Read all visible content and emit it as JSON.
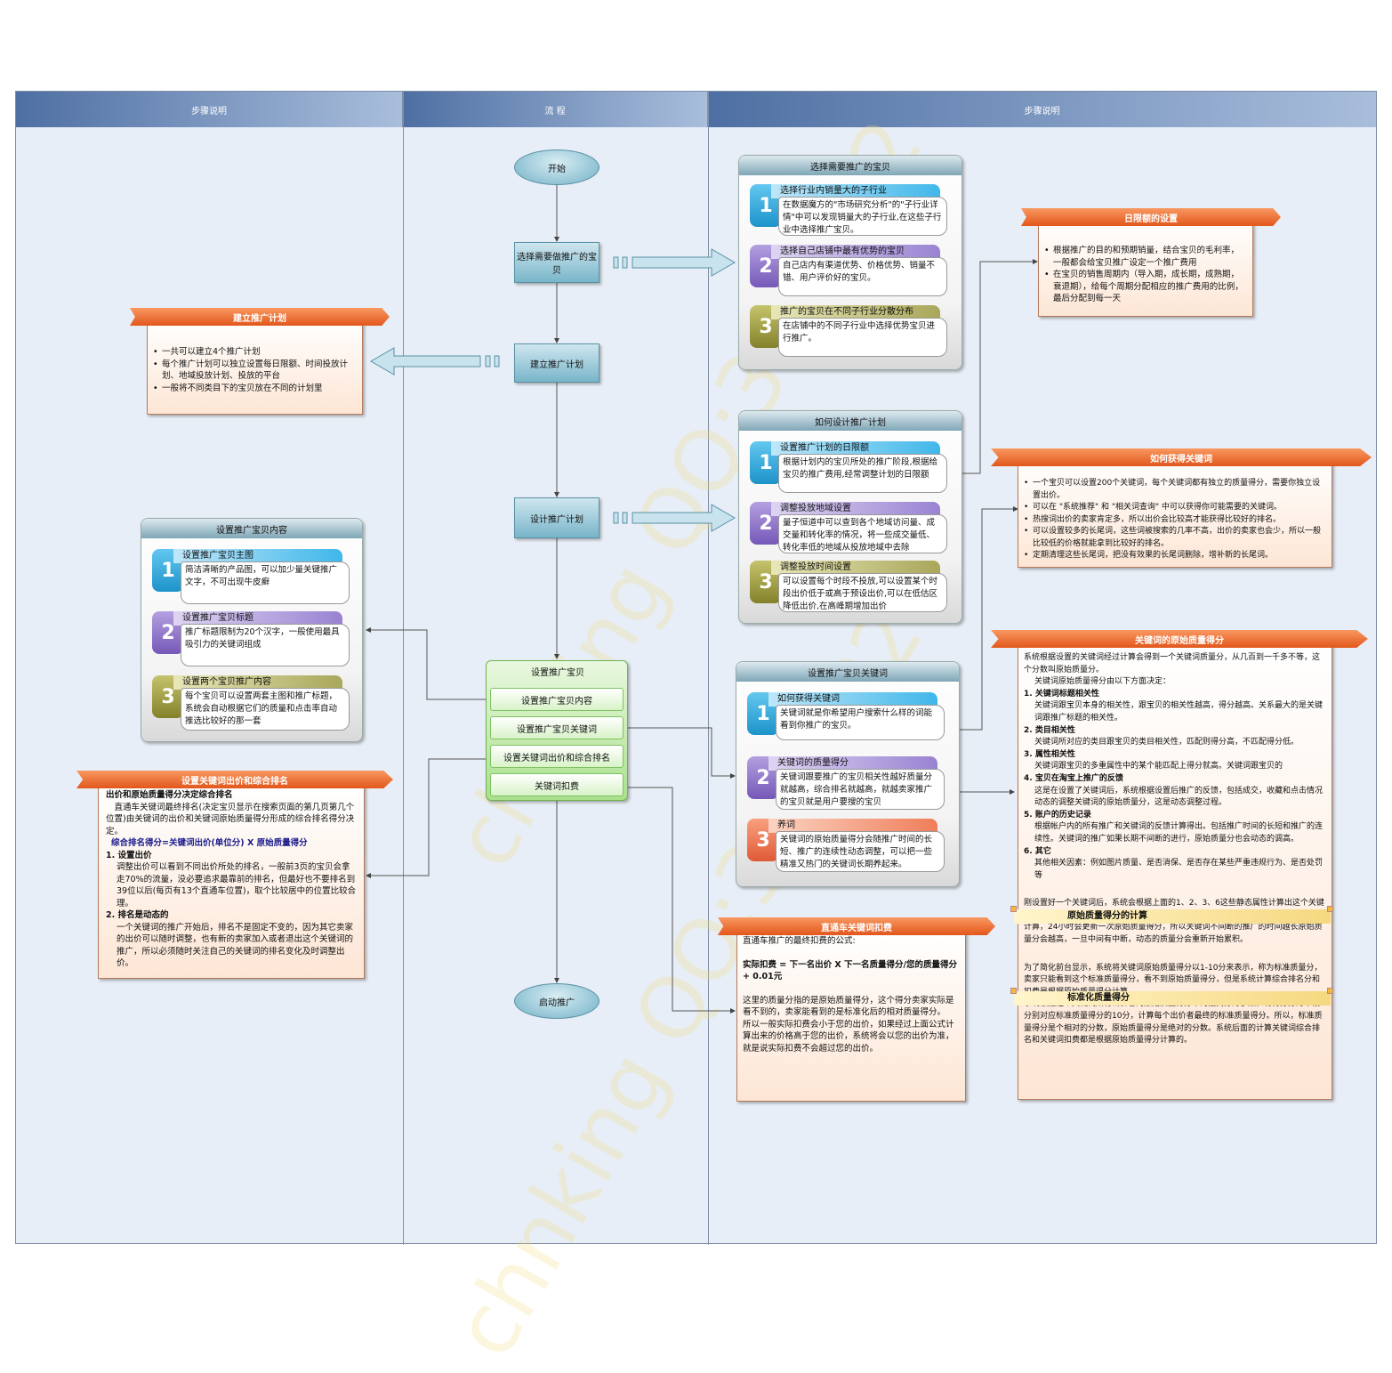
{
  "lanes": {
    "left": "步骤说明",
    "mid": "流 程",
    "right": "步骤说明"
  },
  "watermark": "chnking QQ:362682",
  "flow": {
    "start": "开始",
    "select": "选择需要做推广的宝贝",
    "build": "建立推广计划",
    "design": "设计推广计划",
    "setup": "设置推广宝贝",
    "setup_items": [
      "设置推广宝贝内容",
      "设置推广宝贝关键词",
      "设置关键词出价和综合排名",
      "关键词扣费"
    ],
    "launch": "启动推广"
  },
  "panel_select": {
    "title": "选择需要推广的宝贝",
    "steps": [
      {
        "num": "1",
        "title": "选择行业内销量大的子行业",
        "body": "在数据魔方的\"市场研究分析\"的\"子行业详情\"中可以发现销量大的子行业,在这些子行业中选择推广宝贝。"
      },
      {
        "num": "2",
        "title": "选择自己店铺中最有优势的宝贝",
        "body": "自己店内有渠道优势、价格优势、销量不错、用户评价好的宝贝。"
      },
      {
        "num": "3",
        "title": "推广的宝贝在不同子行业分散分布",
        "body": "在店铺中的不同子行业中选择优势宝贝进行推广。"
      }
    ]
  },
  "panel_design": {
    "title": "如何设计推广计划",
    "steps": [
      {
        "num": "1",
        "title": "设置推广计划的日限额",
        "body": "根据计划内的宝贝所处的推广阶段,根据给宝贝的推广费用,经常调整计划的日限额"
      },
      {
        "num": "2",
        "title": "调整投放地域设置",
        "body": "量子恒道中可以查到各个地域访问量、成交量和转化率的情况，将一些成交量低、转化率低的地域从投放地域中去除"
      },
      {
        "num": "3",
        "title": "调整投放时间设置",
        "body": "可以设置每个时段不投放,可以设置某个时段出价低于或高于预设出价,可以在低估区降低出价,在高峰期增加出价"
      }
    ]
  },
  "panel_keywords": {
    "title": "设置推广宝贝关键词",
    "steps": [
      {
        "num": "1",
        "title": "如何获得关键词",
        "body": "关键词就是你希望用户搜索什么样的词能看到你推广的宝贝。"
      },
      {
        "num": "2",
        "title": "关键词的质量得分",
        "body": "关键词跟要推广的宝贝相关性越好质量分就越高，综合排名就越高，就越卖家推广的宝贝就是用户要搜的宝贝"
      },
      {
        "num": "3",
        "title": "养词",
        "body": "关键词的原始质量得分会随推广时间的长短、推广的连续性动态调整，可以把一些精准又热门的关键词长期养起来。"
      }
    ]
  },
  "panel_content": {
    "title": "设置推广宝贝内容",
    "steps": [
      {
        "num": "1",
        "title": "设置推广宝贝主图",
        "body": "简洁清晰的产品图，可以加少量关键推广文字，不可出现牛皮癣"
      },
      {
        "num": "2",
        "title": "设置推广宝贝标题",
        "body": "推广标题限制为20个汉字，一般使用最具吸引力的关键词组成"
      },
      {
        "num": "3",
        "title": "设置两个宝贝推广内容",
        "body": "每个宝贝可以设置两套主图和推广标题，系统会自动根据它们的质量和点击率自动推选比较好的那一套"
      }
    ]
  },
  "note_plan": {
    "title": "建立推广计划",
    "items": [
      "一共可以建立4个推广计划",
      "每个推广计划可以独立设置每日限额、时间投放计划、地域投放计划、投放的平台",
      "一般将不同类目下的宝贝放在不同的计划里"
    ]
  },
  "note_budget": {
    "title": "日限额的设置",
    "items": [
      "根据推广的目的和预期销量，结合宝贝的毛利率，一般都会给宝贝推广设定一个推广费用",
      "在宝贝的销售周期内（导入期，成长期，成熟期，衰退期），给每个周期分配相应的推广费用的比例，最后分配到每一天"
    ]
  },
  "note_getkw": {
    "title": "如何获得关键词",
    "items": [
      "一个宝贝可以设置200个关键词，每个关键词都有独立的质量得分，需要你独立设置出价。",
      "可以在 \"系统推荐\" 和 \"相关词查询\" 中可以获得你可能需要的关键词。",
      "热搜词出价的卖家肯定多，所以出价会比较高才能获得比较好的排名。",
      "可以设置较多的长尾词，这些词被搜索的几率不高，出价的卖家也会少，所以一般比较低的价格就能拿到比较好的排名。",
      "定期清理这些长尾词，把没有效果的长尾词删除，增补新的长尾词。"
    ]
  },
  "note_bid": {
    "title": "设置关键词出价和综合排名",
    "heading": "出价和原始质量得分决定综合排名",
    "intro": "直通车关键词最终排名(决定宝贝显示在搜索页面的第几页第几个位置)由关键词的出价和关键词原始质量得分形成的综合排名得分决定。",
    "formula": "综合排名得分=关键词出价(单位分) X 原始质量得分",
    "p1_title": "1. 设置出价",
    "p1": "调整出价可以看到不同出价所处的排名，一般前3页的宝贝会拿走70%的流量，没必要追求最靠前的排名，但最好也不要排名到39位以后(每页有13个直通车位置)，取个比较居中的位置比较合理。",
    "p2_title": "2. 排名是动态的",
    "p2": "一个关键词的推广开始后，排名不是固定不变的，因为其它卖家的出价可以随时调整，也有新的卖家加入或者退出这个关键词的推广，所以必须随时关注自己的关键词的排名变化及时调整出价。"
  },
  "note_quality": {
    "title": "关键词的原始质量得分",
    "intro": "系统根据设置的关键词经过计算会得到一个关键词质量分，从几百到一千多不等，这个分数叫原始质量分。",
    "intro2": "关键词原始质量得分由以下方面决定：",
    "items": [
      {
        "t": "1. 关键词标题相关性",
        "b": "关键词跟宝贝本身的相关性，跟宝贝的相关性越高，得分越高。关系最大的是关键词跟推广标题的相关性。"
      },
      {
        "t": "2. 类目相关性",
        "b": "关键词所对应的类目跟宝贝的类目相关性，匹配则得分高，不匹配得分低。"
      },
      {
        "t": "3. 属性相关性",
        "b": "关键词跟宝贝的多重属性中的某个能匹配上得分就高。关键词跟宝贝的"
      },
      {
        "t": "4. 宝贝在淘宝上推广的反馈",
        "b": "这是在设置了关键词后，系统根据设置后推广的反馈，包括成交，收藏和点击情况动态的调整关键词的原始质量分，这是动态调整过程。"
      },
      {
        "t": "5. 账户的历史记录",
        "b": "根据帐户内的所有推广和关键词的反馈计算得出。包括推广时间的长短和推广的连续性。关键词的推广如果长期不间断的进行，原始质量分也会动态的调高。"
      },
      {
        "t": "6. 其它",
        "b": "其他相关因素：例如图片质量、是否消保、是否存在某些严重违规行为、是否处罚等"
      }
    ],
    "calc_title": "原始质量得分的计算",
    "calc": "刚设置好一个关键词后，系统会根据上面的1、2、3、6这些静态属性计算出这个关键词的原始质量得分。一旦这个关键词的推广启动后，系统就会根据上面的4、5动态的计算，24小时会更新一次原始质量得分，所以关键词不间断的推广的时间越长原始质量分会越高，一旦中间有中断，动态的质量分会重新开始累积。",
    "std_title": "标准化质量得分",
    "std": "为了简化前台显示，系统将关键词原始质量得分以1-10分来表示，称为标准质量分，卖家只能看到这个标准质量得分，看不到原始质量得分，但是系统计算综合排名分和扣费是根据原始质量得分计算。",
    "std2": "系统根据这个关键词所有出价者的原始质量得分中的最高分为参照，将得分分为十段分别对应标准质量得分的10分，计算每个出价者最终的标准质量得分。所以，标准质量得分是个相对的分数，原始质量得分是绝对的分数。系统后面的计算关键词综合排名和关键词扣费都是根据原始质量得分计算的。"
  },
  "note_fee": {
    "title": "直通车关键词扣费",
    "intro": "直通车推广的最终扣费的公式:",
    "formula": "实际扣费 = 下一名出价 X 下一名质量得分/您的质量得分 + 0.01元",
    "p1": "这里的质量分指的是原始质量得分，这个得分卖家实际是看不到的，卖家能看到的是标准化后的相对质量得分。",
    "p2": "所以一般实际扣费会小于您的出价，如果经过上面公式计算出来的价格高于您的出价，系统将会以您的出价为准，就是说实际扣费不会超过您的出价。"
  },
  "colors": {
    "lane_head": "#4e6fa3",
    "banner": "#e2571c",
    "note_bg": "#fde6d5",
    "green": "#a9e08c"
  }
}
